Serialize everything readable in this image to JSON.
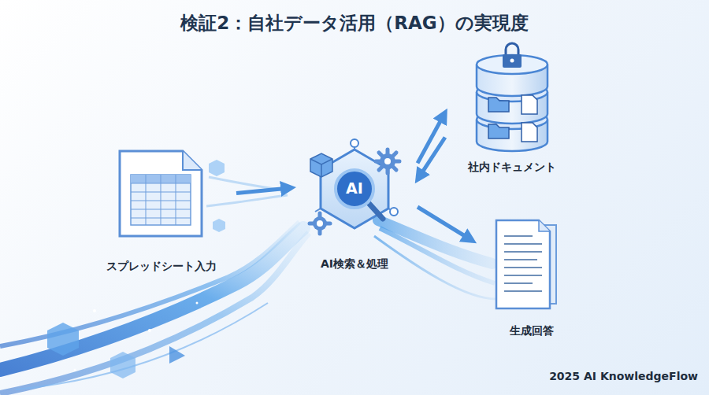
{
  "diagram": {
    "title": "検証2：自社データ活用（RAG）の実現度",
    "nodes": [
      {
        "text": [
          "スプレッドシート入力"
        ]
      },
      {
        "text": [
          "AI",
          "AI検索＆処理"
        ]
      },
      {
        "text": [
          "社内ドキュメント"
        ]
      },
      {
        "text": [
          "生成回答"
        ]
      }
    ],
    "edges": [
      {
        "from": 0,
        "to": 1,
        "arrow": "to"
      },
      {
        "from": 1,
        "to": 2,
        "arrow": "to"
      },
      {
        "from": 2,
        "to": 1,
        "arrow": "to"
      },
      {
        "from": 1,
        "to": 3,
        "arrow": "to"
      }
    ],
    "labels": [
      "2025 AI KnowledgeFlow"
    ]
  }
}
